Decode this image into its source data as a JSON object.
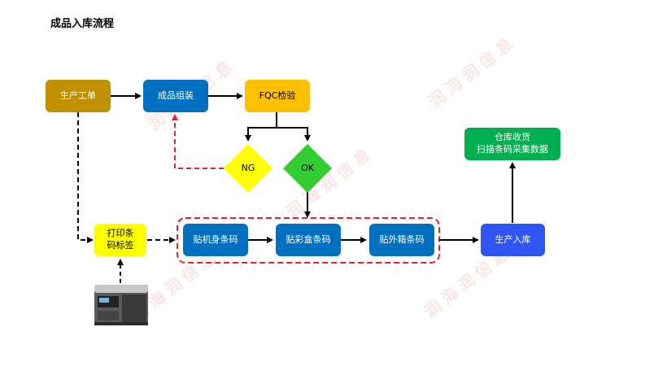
{
  "title": "成品入库流程",
  "watermark": "润海润信息",
  "nodes": {
    "work_order": "生产工单",
    "assembly": "成品组装",
    "fqc": "FQC检验",
    "ng": "NG",
    "ok": "OK",
    "print_line1": "打印条",
    "print_line2": "码标签",
    "body_label": "贴机身条码",
    "color_box_label": "贴彩盒条码",
    "outer_box_label": "贴外箱条码",
    "warehousing": "生产入库",
    "receiving_line1": "仓库收货",
    "receiving_line2": "扫描条码采集数据"
  },
  "colors": {
    "work_order": "#C09000",
    "blue": "#0070C0",
    "fqc": "#FFC000",
    "diamond_ng": "#FFFF00",
    "diamond_ok": "#33CC33",
    "print": "#FFFF00",
    "warehousing": "#2F56F5",
    "receiving": "#00B050",
    "red_dash": "#E8222A"
  }
}
